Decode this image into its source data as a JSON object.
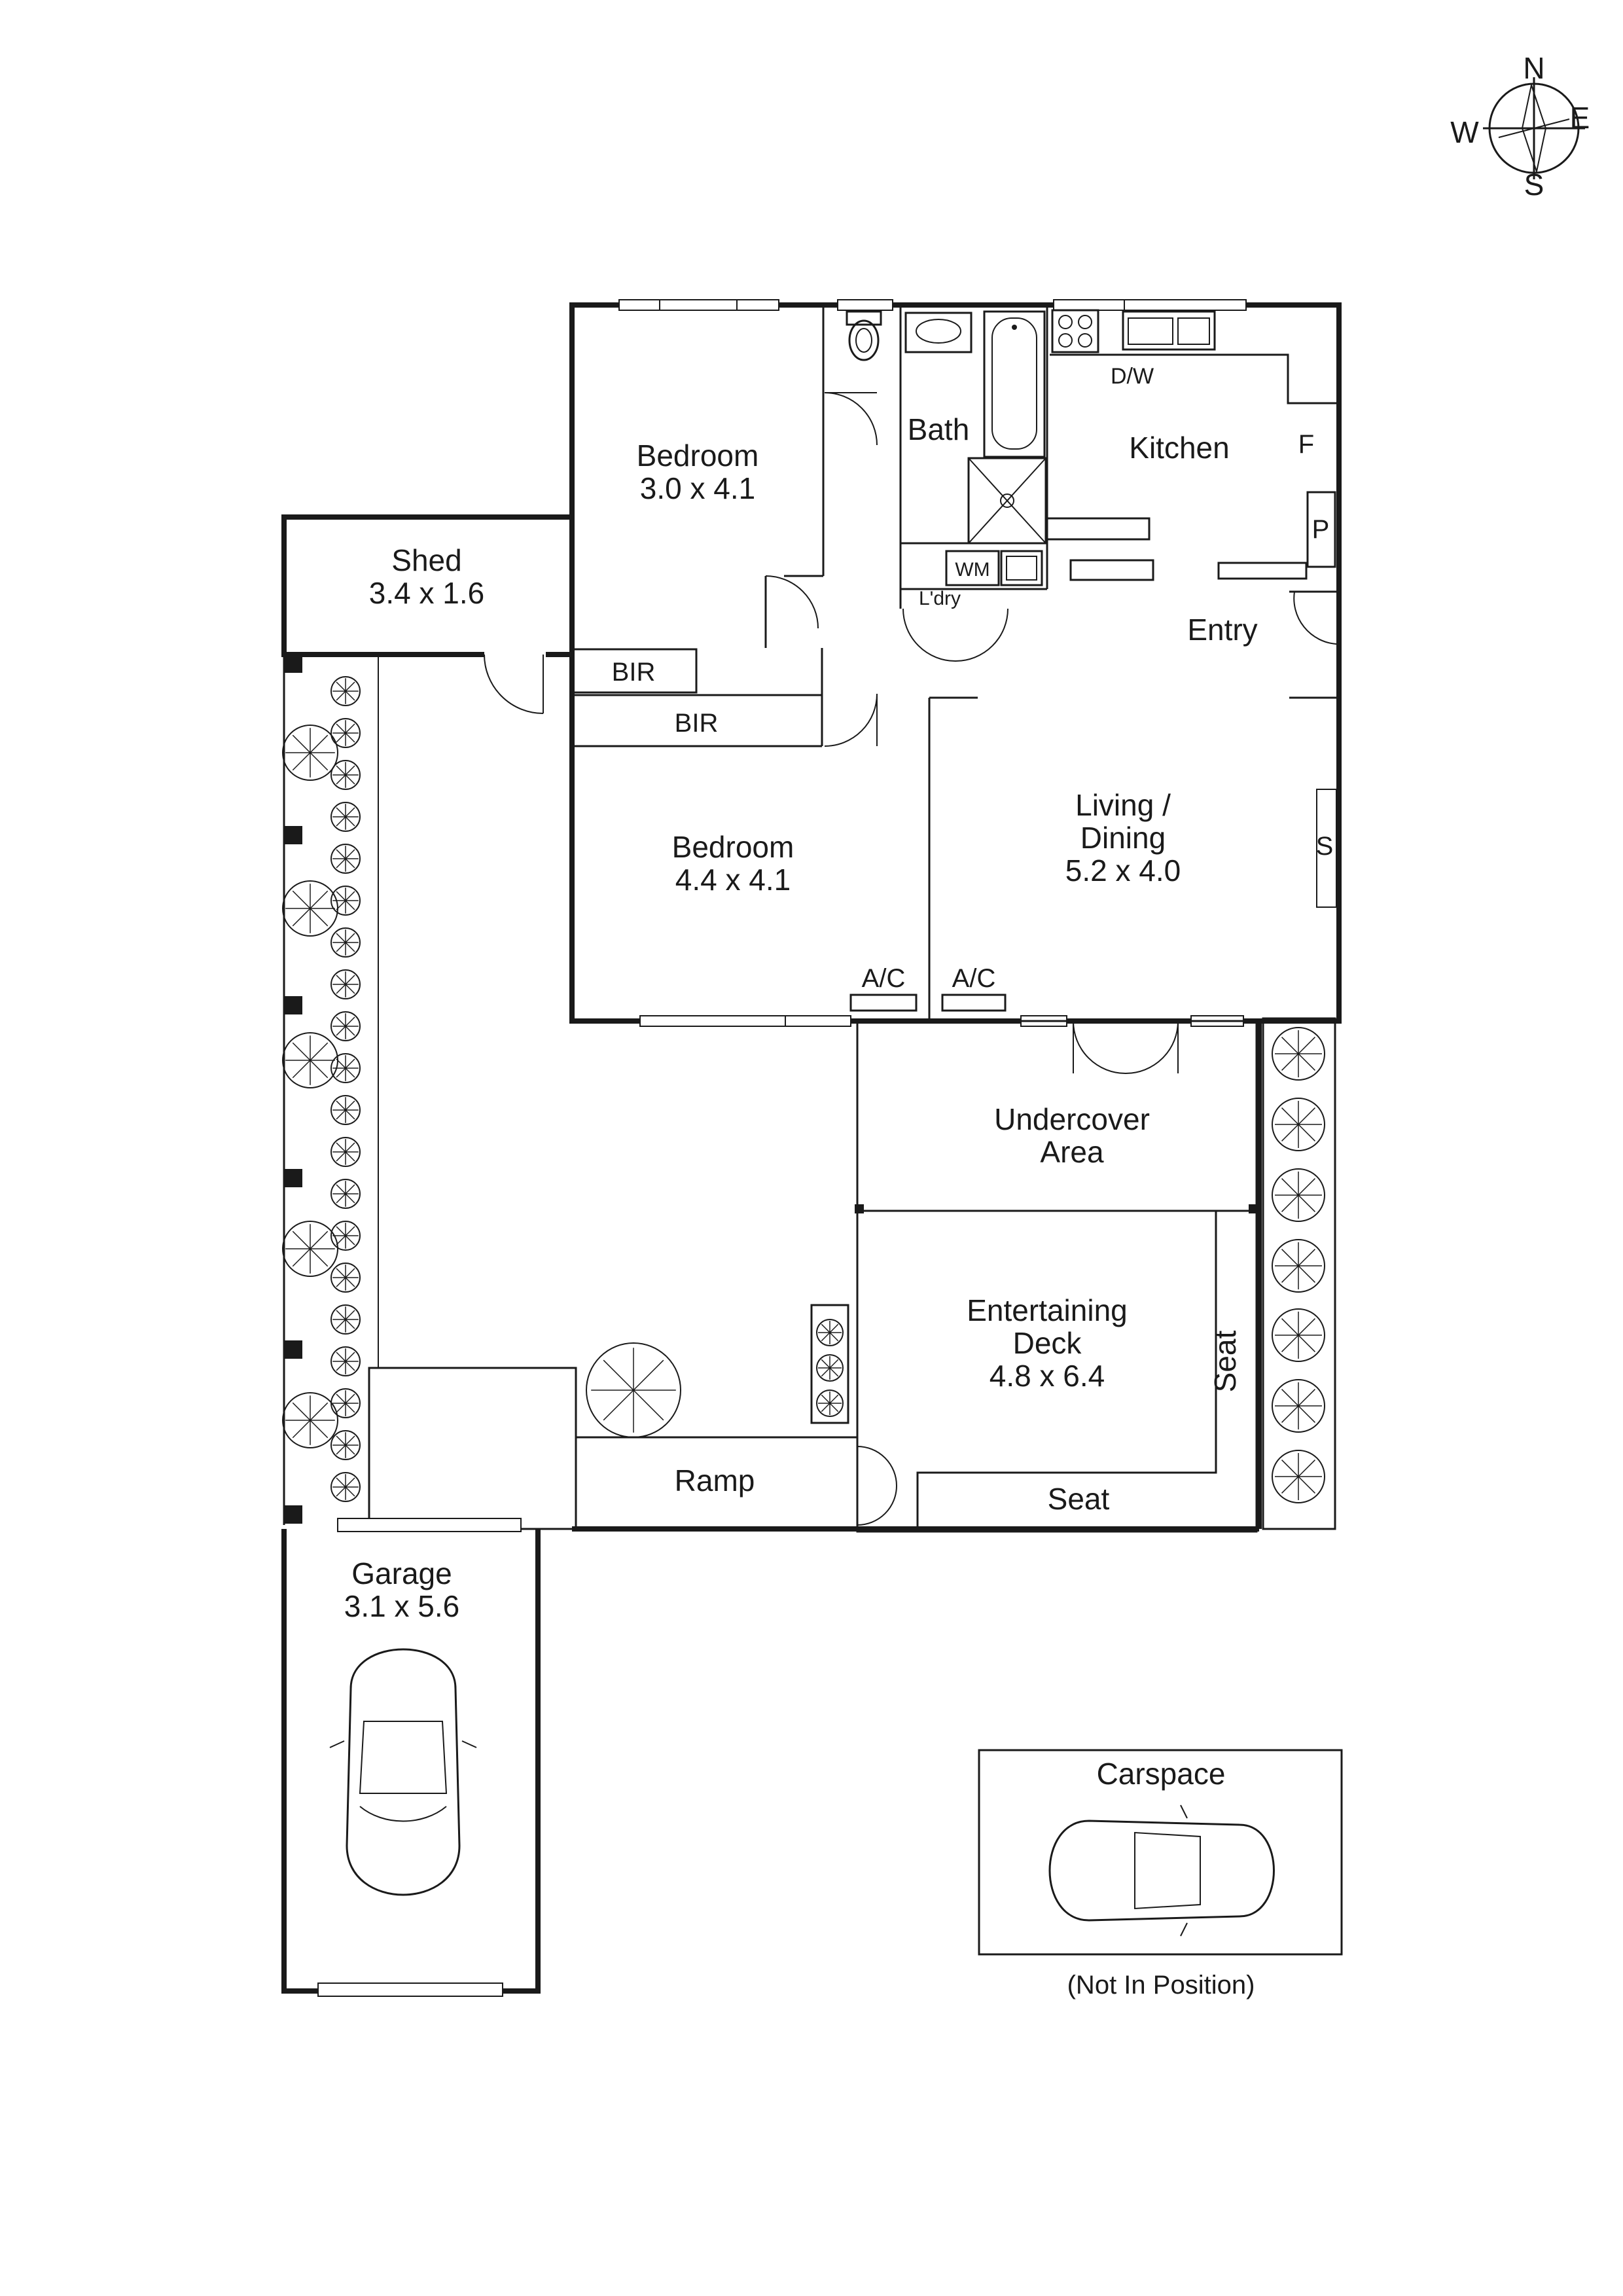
{
  "compass": {
    "n": "N",
    "e": "E",
    "s": "S",
    "w": "W"
  },
  "rooms": {
    "bedroom1": {
      "name": "Bedroom",
      "dims": "3.0 x 4.1"
    },
    "bedroom2": {
      "name": "Bedroom",
      "dims": "4.4 x 4.1"
    },
    "shed": {
      "name": "Shed",
      "dims": "3.4 x 1.6"
    },
    "bath": {
      "name": "Bath"
    },
    "kitchen": {
      "name": "Kitchen"
    },
    "entry": {
      "name": "Entry"
    },
    "living": {
      "name_line1": "Living /",
      "name_line2": "Dining",
      "dims": "5.2 x 4.0"
    },
    "undercover": {
      "name_line1": "Undercover",
      "name_line2": "Area"
    },
    "deck": {
      "name_line1": "Entertaining",
      "name_line2": "Deck",
      "dims": "4.8 x 6.4"
    },
    "garage": {
      "name": "Garage",
      "dims": "3.1 x 5.6"
    },
    "carspace": {
      "name": "Carspace",
      "note": "(Not In Position)"
    }
  },
  "fixtures": {
    "bir1": "BIR",
    "bir2": "BIR",
    "dw": "D/W",
    "fridge": "F",
    "pantry": "P",
    "wm": "WM",
    "laundry": "L'dry",
    "ac1": "A/C",
    "ac2": "A/C",
    "s": "S",
    "ramp": "Ramp",
    "seat_bottom": "Seat",
    "seat_side": "Seat"
  }
}
